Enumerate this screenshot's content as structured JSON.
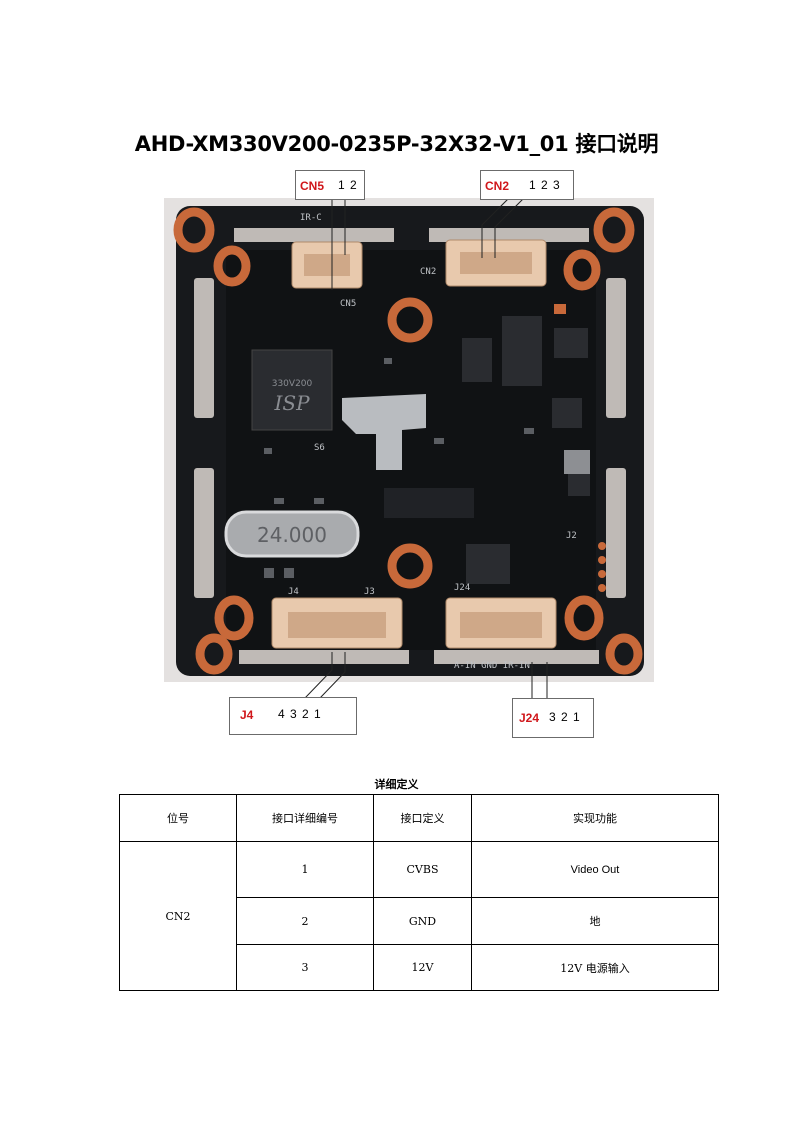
{
  "title": "AHD-XM330V200-0235P-32X32-V1_01 接口说明",
  "callouts": {
    "cn5": {
      "tag": "CN5",
      "pins": "1 2"
    },
    "cn2": {
      "tag": "CN2",
      "pins": "1 2 3"
    },
    "j4": {
      "tag": "J4",
      "pins": "4 3 2 1"
    },
    "j24": {
      "tag": "J24",
      "pins": "3 2 1"
    }
  },
  "board": {
    "silkscreen_top": "IR-C",
    "silkscreen_cn2": "CN2",
    "silkscreen_cn5": "CN5",
    "silkscreen_j4": "J4",
    "silkscreen_j24": "J24",
    "silkscreen_bottom": "A-IN GND IR-IN",
    "crystal": "24.000",
    "chip_text": "ISP",
    "chip_code": "330V200",
    "label_s6": "S6",
    "label_j2": "J2",
    "label_j3": "J3"
  },
  "table": {
    "caption": "详细定义",
    "headers": [
      "位号",
      "接口详细编号",
      "接口定义",
      "实现功能"
    ],
    "group": "CN2",
    "rows": [
      {
        "num": "1",
        "def": "CVBS",
        "func": "Video Out"
      },
      {
        "num": "2",
        "def": "GND",
        "func": "地"
      },
      {
        "num": "3",
        "def": "12V",
        "func": "12V 电源输入"
      }
    ]
  },
  "colors": {
    "callout_tag": "#d0171b",
    "board": "#17191c",
    "copper": "#c8693a"
  }
}
